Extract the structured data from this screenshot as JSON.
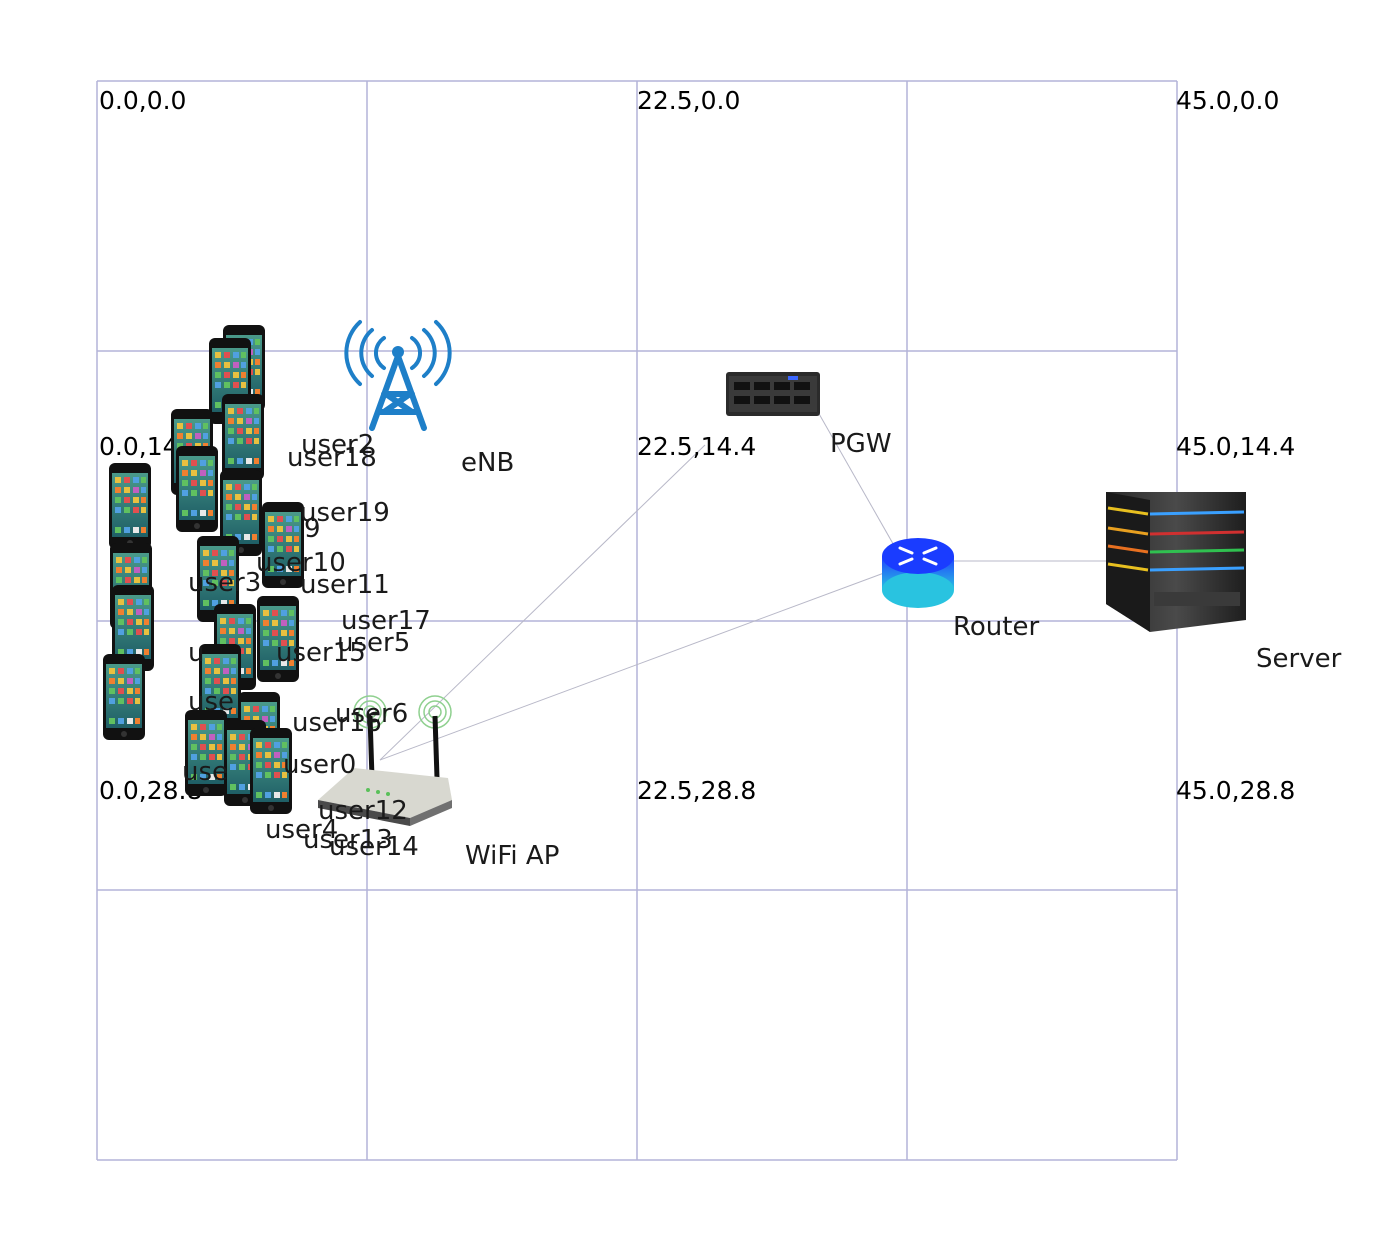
{
  "grid": {
    "corner_labels": [
      "0.0,0.0",
      "22.5,0.0",
      "45.0,0.0",
      "0.0,14.4",
      "22.5,14.4",
      "45.0,14.4",
      "0.0,28.8",
      "22.5,28.8",
      "45.0,28.8"
    ]
  },
  "nodes": {
    "enb": {
      "label": "eNB",
      "icon": "cell-tower-icon"
    },
    "pgw": {
      "label": "PGW",
      "icon": "network-switch-icon"
    },
    "router": {
      "label": "Router",
      "icon": "router-icon"
    },
    "server": {
      "label": "Server",
      "icon": "server-rack-icon"
    },
    "wifi_ap": {
      "label": "WiFi AP",
      "icon": "wifi-router-icon"
    }
  },
  "users": {
    "label_texts": [
      "user2",
      "user18",
      "user19",
      "9",
      "user10",
      "user3",
      "user11",
      "user17",
      "user5",
      "u",
      "user15",
      "use",
      "user6",
      "user16",
      "use",
      "user0",
      "user12",
      "user4",
      "user13",
      "user14"
    ],
    "icon": "smartphone-icon"
  },
  "colors": {
    "grid_line": "#b4b4d8",
    "link_line": "#b8b8c8",
    "tower_blue": "#1e7fc8",
    "router_blue": "#1a3cff"
  }
}
